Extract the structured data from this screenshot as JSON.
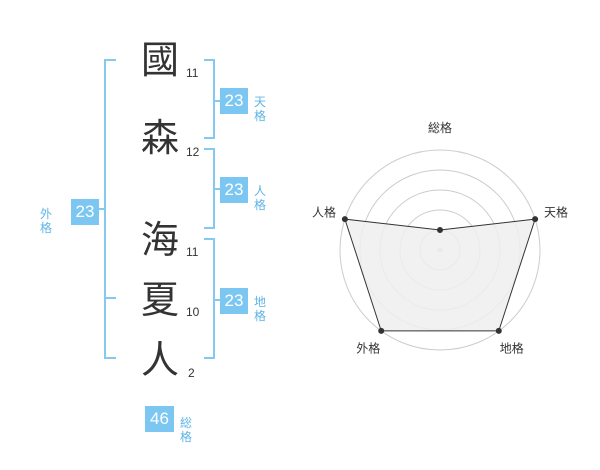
{
  "name_chars": [
    {
      "char": "國",
      "strokes": "11"
    },
    {
      "char": "森",
      "strokes": "12"
    },
    {
      "char": "海",
      "strokes": "11"
    },
    {
      "char": "夏",
      "strokes": "10"
    },
    {
      "char": "人",
      "strokes": "2"
    }
  ],
  "fortunes": {
    "tenkaku": {
      "value": "23",
      "label": "天格"
    },
    "jinkaku": {
      "value": "23",
      "label": "人格"
    },
    "chikaku": {
      "value": "23",
      "label": "地格"
    },
    "gaikaku": {
      "value": "23",
      "label": "外格"
    },
    "soukaku": {
      "value": "46",
      "label": "総格"
    }
  },
  "colors": {
    "accent": "#7cc7f2",
    "bracket": "#86c9f0",
    "accent_text": "#5fb4e6",
    "text": "#333333",
    "radar_fill": "#eeeeee",
    "radar_grid": "#cccccc"
  },
  "chart_data": {
    "type": "radar",
    "axes": [
      "総格",
      "天格",
      "地格",
      "外格",
      "人格"
    ],
    "values": [
      0.2,
      1.0,
      1.0,
      1.0,
      1.0
    ],
    "grid_rings": 5
  }
}
